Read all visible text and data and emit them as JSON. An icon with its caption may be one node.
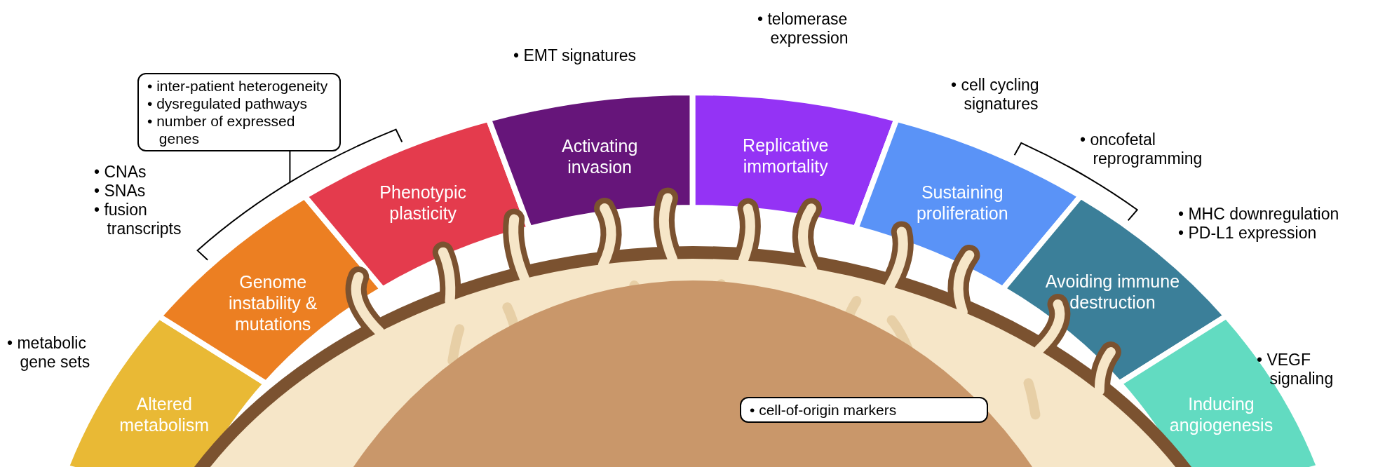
{
  "diagram": {
    "nodes": [
      {
        "text": [
          "Altered metabolism"
        ],
        "beside": [
          "• metabolic gene sets"
        ]
      },
      {
        "text": [
          "Genome instability & mutations"
        ],
        "beside": [
          "• CNAs",
          "• SNAs",
          "• fusion transcripts"
        ]
      },
      {
        "text": [
          "Phenotypic plasticity"
        ]
      },
      {
        "text": [
          "Activating invasion"
        ]
      },
      {
        "text": [
          "Replicative immortality"
        ]
      },
      {
        "text": [
          "Sustaining proliferation"
        ]
      },
      {
        "text": [
          "Avoiding immune destruction"
        ],
        "beside": [
          "• MHC downregulation",
          "• PD-L1 expression"
        ]
      },
      {
        "text": [
          "Inducing angiogenesis"
        ],
        "beside": [
          "• VEGF signaling"
        ]
      },
      {
        "text": [
          "• inter-patient heterogeneity",
          "• dysregulated pathways",
          "• number of expressed genes"
        ]
      },
      {
        "text": [
          "• cell-of-origin markers"
        ]
      },
      {
        "text": [],
        "shape": "bracket"
      }
    ],
    "edges": [
      {
        "from": 8,
        "to": 10,
        "arrow": "none"
      }
    ],
    "labels": [
      "• EMT signatures",
      "• telomerase expression",
      "• cell cycling signatures",
      "• oncofetal reprogramming"
    ]
  }
}
